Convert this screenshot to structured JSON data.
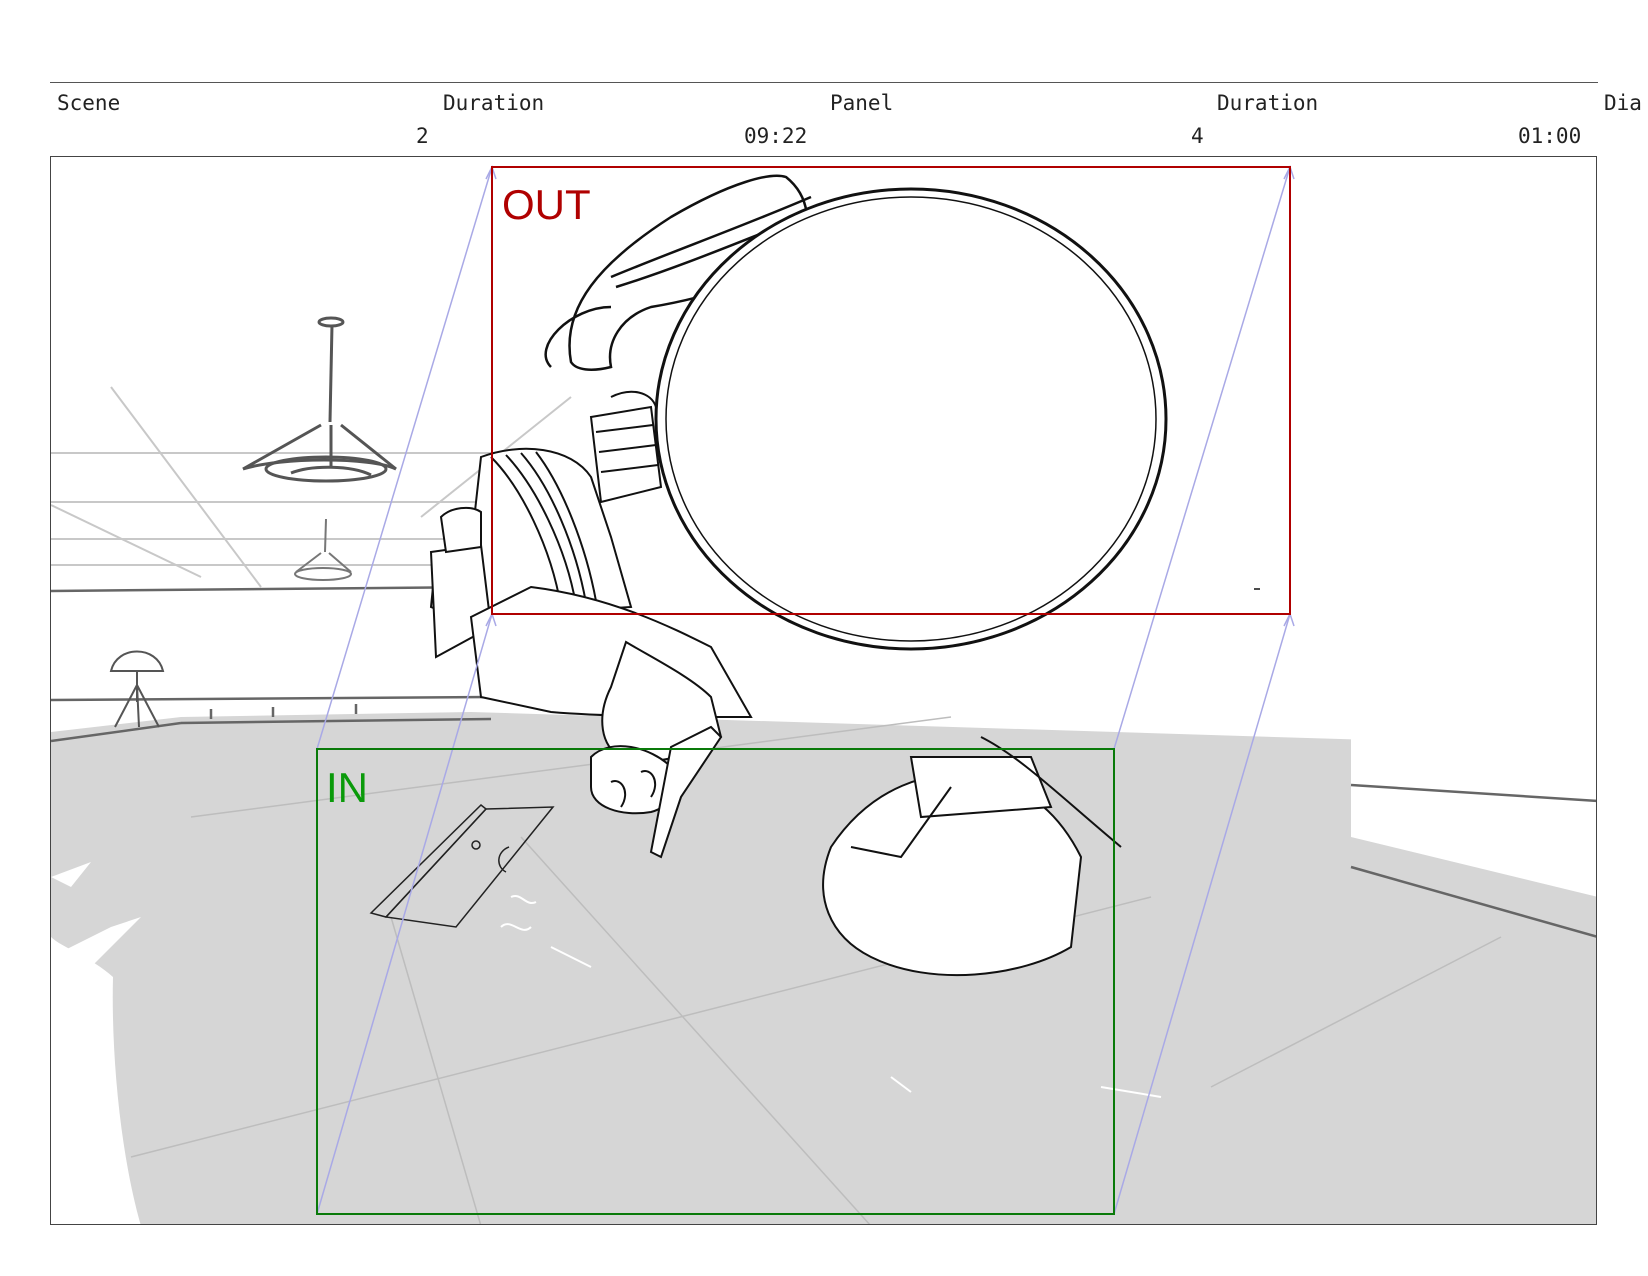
{
  "header": {
    "scene_label": "Scene",
    "scene_duration_label": "Duration",
    "panel_label": "Panel",
    "panel_duration_label": "Duration",
    "dialogue_label_partial": "Dia",
    "scene_value": "2",
    "scene_duration_value": "09:22",
    "panel_value": "4",
    "panel_duration_value": "01:00"
  },
  "frame": {
    "out_label": "OUT",
    "in_label": "IN",
    "colors": {
      "out_box": "#b00000",
      "in_box": "#0a7a0a",
      "guides": "#a9a9e6",
      "shadow": "#d6d6d6",
      "ink": "#111111"
    }
  }
}
